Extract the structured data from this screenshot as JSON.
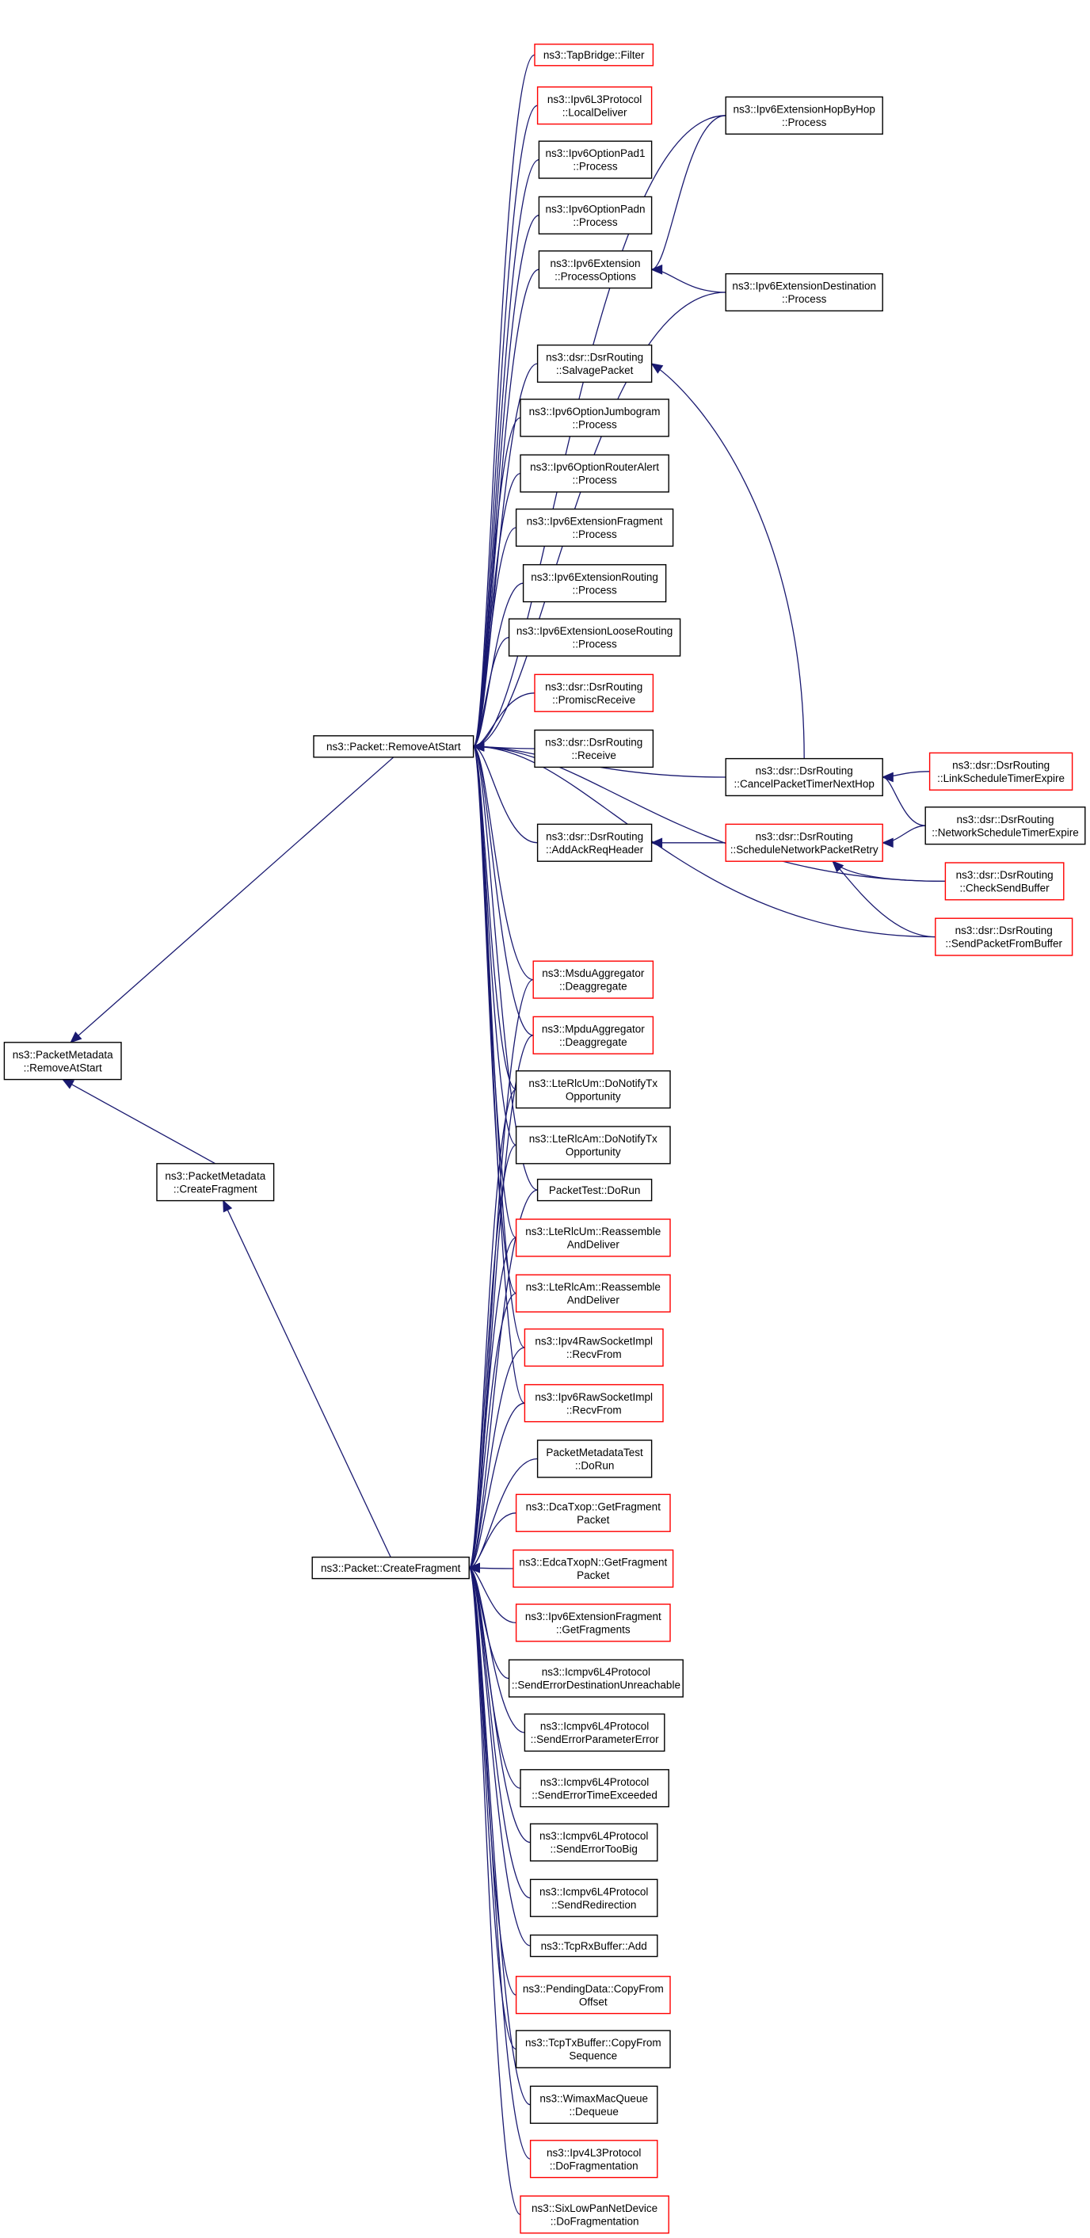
{
  "colors": {
    "edge": "#191970",
    "normal_border": "#000000",
    "truncated_border": "#ff0000",
    "root_fill": "#bfbfbf",
    "node_fill": "#ffffff"
  },
  "nodes": [
    {
      "id": "root",
      "label": [
        "ns3::PacketMetadata",
        "::RemoveAtStart"
      ],
      "root": true
    },
    {
      "id": "pm_create",
      "label": [
        "ns3::PacketMetadata",
        "::CreateFragment"
      ]
    },
    {
      "id": "p_remove",
      "label": [
        "ns3::Packet::RemoveAtStart"
      ]
    },
    {
      "id": "p_create",
      "label": [
        "ns3::Packet::CreateFragment"
      ]
    },
    {
      "id": "tapbridge",
      "label": [
        "ns3::TapBridge::Filter"
      ],
      "truncated": true
    },
    {
      "id": "ipv6l3",
      "label": [
        "ns3::Ipv6L3Protocol",
        "::LocalDeliver"
      ],
      "truncated": true
    },
    {
      "id": "pad1",
      "label": [
        "ns3::Ipv6OptionPad1",
        "::Process"
      ]
    },
    {
      "id": "padn",
      "label": [
        "ns3::Ipv6OptionPadn",
        "::Process"
      ]
    },
    {
      "id": "ext_procopt",
      "label": [
        "ns3::Ipv6Extension",
        "::ProcessOptions"
      ]
    },
    {
      "id": "hopbyhop",
      "label": [
        "ns3::Ipv6ExtensionHopByHop",
        "::Process"
      ]
    },
    {
      "id": "destination",
      "label": [
        "ns3::Ipv6ExtensionDestination",
        "::Process"
      ]
    },
    {
      "id": "salvage",
      "label": [
        "ns3::dsr::DsrRouting",
        "::SalvagePacket"
      ]
    },
    {
      "id": "jumbogram",
      "label": [
        "ns3::Ipv6OptionJumbogram",
        "::Process"
      ]
    },
    {
      "id": "routeralert",
      "label": [
        "ns3::Ipv6OptionRouterAlert",
        "::Process"
      ]
    },
    {
      "id": "extfragment",
      "label": [
        "ns3::Ipv6ExtensionFragment",
        "::Process"
      ]
    },
    {
      "id": "extrouting",
      "label": [
        "ns3::Ipv6ExtensionRouting",
        "::Process"
      ]
    },
    {
      "id": "looserouting",
      "label": [
        "ns3::Ipv6ExtensionLooseRouting",
        "::Process"
      ]
    },
    {
      "id": "promisc",
      "label": [
        "ns3::dsr::DsrRouting",
        "::PromiscReceive"
      ],
      "truncated": true
    },
    {
      "id": "dsr_receive",
      "label": [
        "ns3::dsr::DsrRouting",
        "::Receive"
      ]
    },
    {
      "id": "cancel",
      "label": [
        "ns3::dsr::DsrRouting",
        "::CancelPacketTimerNextHop"
      ]
    },
    {
      "id": "linksched",
      "label": [
        "ns3::dsr::DsrRouting",
        "::LinkScheduleTimerExpire"
      ],
      "truncated": true
    },
    {
      "id": "netsched",
      "label": [
        "ns3::dsr::DsrRouting",
        "::NetworkScheduleTimerExpire"
      ]
    },
    {
      "id": "addack",
      "label": [
        "ns3::dsr::DsrRouting",
        "::AddAckReqHeader"
      ]
    },
    {
      "id": "schednet",
      "label": [
        "ns3::dsr::DsrRouting",
        "::ScheduleNetworkPacketRetry"
      ],
      "truncated": true
    },
    {
      "id": "checksend",
      "label": [
        "ns3::dsr::DsrRouting",
        "::CheckSendBuffer"
      ],
      "truncated": true
    },
    {
      "id": "sendfrombuf",
      "label": [
        "ns3::dsr::DsrRouting",
        "::SendPacketFromBuffer"
      ],
      "truncated": true
    },
    {
      "id": "msdu",
      "label": [
        "ns3::MsduAggregator",
        "::Deaggregate"
      ],
      "truncated": true
    },
    {
      "id": "mpdu",
      "label": [
        "ns3::MpduAggregator",
        "::Deaggregate"
      ],
      "truncated": true
    },
    {
      "id": "rlcum_tx",
      "label": [
        "ns3::LteRlcUm::DoNotifyTx",
        "Opportunity"
      ]
    },
    {
      "id": "rlcam_tx",
      "label": [
        "ns3::LteRlcAm::DoNotifyTx",
        "Opportunity"
      ]
    },
    {
      "id": "packettest",
      "label": [
        "PacketTest::DoRun"
      ]
    },
    {
      "id": "rlcum_re",
      "label": [
        "ns3::LteRlcUm::Reassemble",
        "AndDeliver"
      ],
      "truncated": true
    },
    {
      "id": "rlcam_re",
      "label": [
        "ns3::LteRlcAm::Reassemble",
        "AndDeliver"
      ],
      "truncated": true
    },
    {
      "id": "ipv4raw",
      "label": [
        "ns3::Ipv4RawSocketImpl",
        "::RecvFrom"
      ],
      "truncated": true
    },
    {
      "id": "ipv6raw",
      "label": [
        "ns3::Ipv6RawSocketImpl",
        "::RecvFrom"
      ],
      "truncated": true
    },
    {
      "id": "pmtest",
      "label": [
        "PacketMetadataTest",
        "::DoRun"
      ]
    },
    {
      "id": "dcatxop",
      "label": [
        "ns3::DcaTxop::GetFragment",
        "Packet"
      ],
      "truncated": true
    },
    {
      "id": "edcatxop",
      "label": [
        "ns3::EdcaTxopN::GetFragment",
        "Packet"
      ],
      "truncated": true
    },
    {
      "id": "getfragments",
      "label": [
        "ns3::Ipv6ExtensionFragment",
        "::GetFragments"
      ],
      "truncated": true
    },
    {
      "id": "icmp_dest",
      "label": [
        "ns3::Icmpv6L4Protocol",
        "::SendErrorDestinationUnreachable"
      ]
    },
    {
      "id": "icmp_param",
      "label": [
        "ns3::Icmpv6L4Protocol",
        "::SendErrorParameterError"
      ]
    },
    {
      "id": "icmp_time",
      "label": [
        "ns3::Icmpv6L4Protocol",
        "::SendErrorTimeExceeded"
      ]
    },
    {
      "id": "icmp_big",
      "label": [
        "ns3::Icmpv6L4Protocol",
        "::SendErrorTooBig"
      ]
    },
    {
      "id": "icmp_redir",
      "label": [
        "ns3::Icmpv6L4Protocol",
        "::SendRedirection"
      ]
    },
    {
      "id": "tcprx_add",
      "label": [
        "ns3::TcpRxBuffer::Add"
      ]
    },
    {
      "id": "pending",
      "label": [
        "ns3::PendingData::CopyFrom",
        "Offset"
      ],
      "truncated": true
    },
    {
      "id": "tcptx",
      "label": [
        "ns3::TcpTxBuffer::CopyFrom",
        "Sequence"
      ]
    },
    {
      "id": "wimax",
      "label": [
        "ns3::WimaxMacQueue",
        "::Dequeue"
      ]
    },
    {
      "id": "ipv4l3",
      "label": [
        "ns3::Ipv4L3Protocol",
        "::DoFragmentation"
      ],
      "truncated": true
    },
    {
      "id": "sixlowpan",
      "label": [
        "ns3::SixLowPanNetDevice",
        "::DoFragmentation"
      ],
      "truncated": true
    }
  ],
  "edges": [
    [
      "pm_create",
      "root"
    ],
    [
      "p_remove",
      "root"
    ],
    [
      "p_create",
      "pm_create"
    ],
    [
      "tapbridge",
      "p_remove"
    ],
    [
      "ipv6l3",
      "p_remove"
    ],
    [
      "pad1",
      "p_remove"
    ],
    [
      "padn",
      "p_remove"
    ],
    [
      "ext_procopt",
      "p_remove"
    ],
    [
      "hopbyhop",
      "p_remove"
    ],
    [
      "destination",
      "p_remove"
    ],
    [
      "salvage",
      "p_remove"
    ],
    [
      "jumbogram",
      "p_remove"
    ],
    [
      "routeralert",
      "p_remove"
    ],
    [
      "extfragment",
      "p_remove"
    ],
    [
      "extrouting",
      "p_remove"
    ],
    [
      "looserouting",
      "p_remove"
    ],
    [
      "promisc",
      "p_remove"
    ],
    [
      "dsr_receive",
      "p_remove"
    ],
    [
      "cancel",
      "p_remove"
    ],
    [
      "addack",
      "p_remove"
    ],
    [
      "checksend",
      "p_remove"
    ],
    [
      "sendfrombuf",
      "p_remove"
    ],
    [
      "msdu",
      "p_remove"
    ],
    [
      "mpdu",
      "p_remove"
    ],
    [
      "rlcum_tx",
      "p_remove"
    ],
    [
      "rlcam_tx",
      "p_remove"
    ],
    [
      "packettest",
      "p_remove"
    ],
    [
      "rlcum_re",
      "p_remove"
    ],
    [
      "rlcam_re",
      "p_remove"
    ],
    [
      "ipv4raw",
      "p_remove"
    ],
    [
      "ipv6raw",
      "p_remove"
    ],
    [
      "hopbyhop",
      "ext_procopt"
    ],
    [
      "destination",
      "ext_procopt"
    ],
    [
      "cancel",
      "salvage"
    ],
    [
      "linksched",
      "cancel"
    ],
    [
      "netsched",
      "cancel"
    ],
    [
      "schednet",
      "addack"
    ],
    [
      "netsched",
      "schednet"
    ],
    [
      "checksend",
      "schednet"
    ],
    [
      "sendfrombuf",
      "schednet"
    ],
    [
      "msdu",
      "p_create"
    ],
    [
      "mpdu",
      "p_create"
    ],
    [
      "rlcum_tx",
      "p_create"
    ],
    [
      "rlcam_tx",
      "p_create"
    ],
    [
      "packettest",
      "p_create"
    ],
    [
      "rlcum_re",
      "p_create"
    ],
    [
      "rlcam_re",
      "p_create"
    ],
    [
      "ipv4raw",
      "p_create"
    ],
    [
      "ipv6raw",
      "p_create"
    ],
    [
      "pmtest",
      "p_create"
    ],
    [
      "dcatxop",
      "p_create"
    ],
    [
      "edcatxop",
      "p_create"
    ],
    [
      "getfragments",
      "p_create"
    ],
    [
      "icmp_dest",
      "p_create"
    ],
    [
      "icmp_param",
      "p_create"
    ],
    [
      "icmp_time",
      "p_create"
    ],
    [
      "icmp_big",
      "p_create"
    ],
    [
      "icmp_redir",
      "p_create"
    ],
    [
      "tcprx_add",
      "p_create"
    ],
    [
      "pending",
      "p_create"
    ],
    [
      "tcptx",
      "p_create"
    ],
    [
      "wimax",
      "p_create"
    ],
    [
      "ipv4l3",
      "p_create"
    ],
    [
      "sixlowpan",
      "p_create"
    ]
  ]
}
